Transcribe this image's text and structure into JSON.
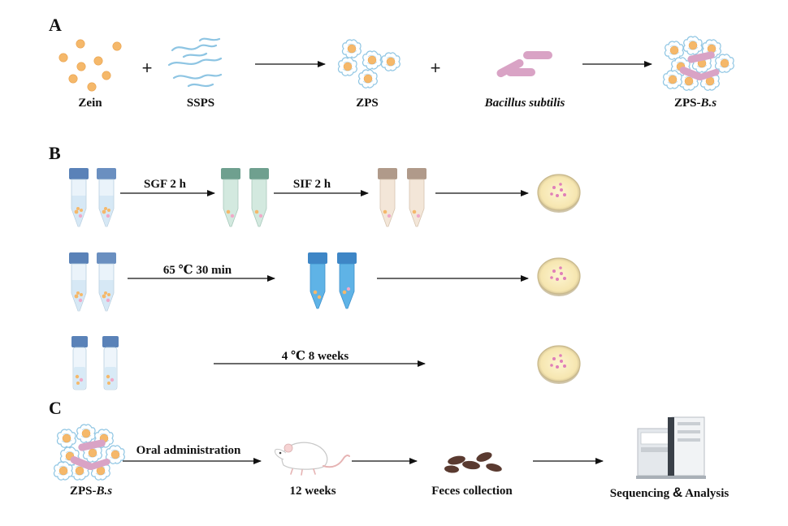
{
  "panels": {
    "a": "A",
    "b": "B",
    "c": "C"
  },
  "panel_a": {
    "plus": "+",
    "zein": "Zein",
    "ssps": "SSPS",
    "zps": "ZPS",
    "bacillus": "Bacillus subtilis",
    "zps_bs_prefix": "ZPS-",
    "zps_bs_italic": "B.s"
  },
  "panel_b": {
    "sgf": "SGF  2 h",
    "sif": "SIF  2 h",
    "heat": "65 ℃ 30 min",
    "storage": "4 ℃  8 weeks"
  },
  "panel_c": {
    "zps_bs_prefix": "ZPS-",
    "zps_bs_italic": "B.s",
    "oral": "Oral administration",
    "weeks": "12 weeks",
    "feces": "Feces collection",
    "seq_a": "Sequencing",
    "seq_amp": "&",
    "seq_b": "Analysis"
  },
  "colors": {
    "zein": "#f5b86a",
    "ssps": "#8ec5e3",
    "bacillus": "#d9a3c5",
    "feces": "#5a3a30",
    "tube_cap": "#5a82b8"
  }
}
